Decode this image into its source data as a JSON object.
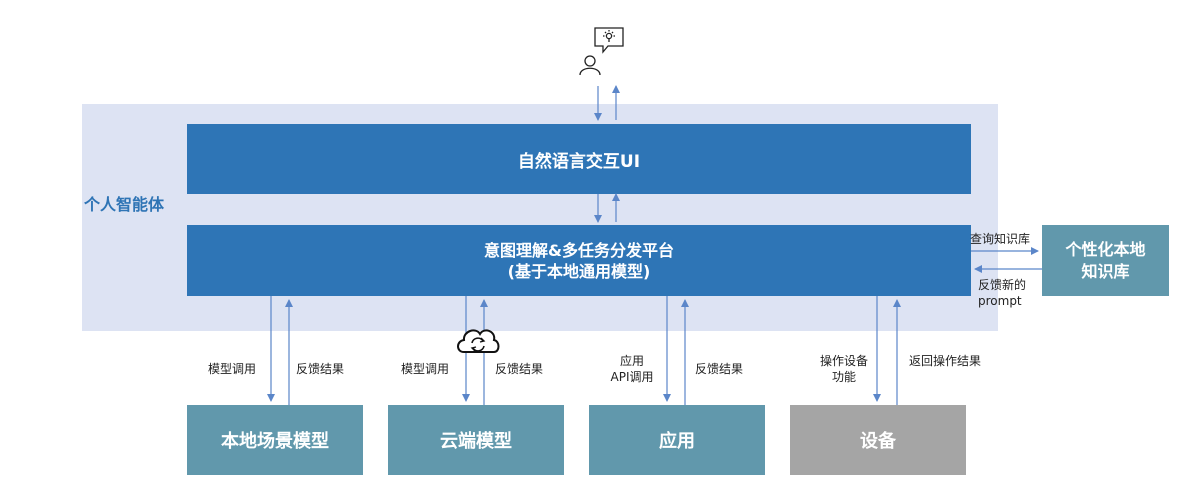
{
  "agent": {
    "label": "个人智能体"
  },
  "ui_bar": {
    "label": "自然语言交互UI"
  },
  "platform": {
    "line1": "意图理解&多任务分发平台",
    "line2": "(基于本地通用模型)"
  },
  "knowledge_base": {
    "line1": "个性化本地",
    "line2": "知识库",
    "query_label": "查询知识库",
    "feedback_line1": "反馈新的",
    "feedback_line2": "prompt"
  },
  "targets": [
    {
      "name": "本地场景模型",
      "call_label": "模型调用",
      "result_label": "反馈结果"
    },
    {
      "name": "云端模型",
      "call_label": "模型调用",
      "result_label": "反馈结果"
    },
    {
      "name": "应用",
      "call_line1": "应用",
      "call_line2": "API调用",
      "result_label": "反馈结果"
    },
    {
      "name": "设备",
      "call_line1": "操作设备",
      "call_line2": "功能",
      "result_label": "返回操作结果"
    }
  ],
  "icons": {
    "user": "user-idea-icon",
    "cloud": "cloud-sync-icon"
  },
  "colors": {
    "primary_bar": "#2e75b6",
    "panel": "#dde3f3",
    "teal_box": "#6198ac",
    "gray_box": "#a5a5a5",
    "arrow": "#5b86c9",
    "agent_label": "#2e74b5"
  }
}
